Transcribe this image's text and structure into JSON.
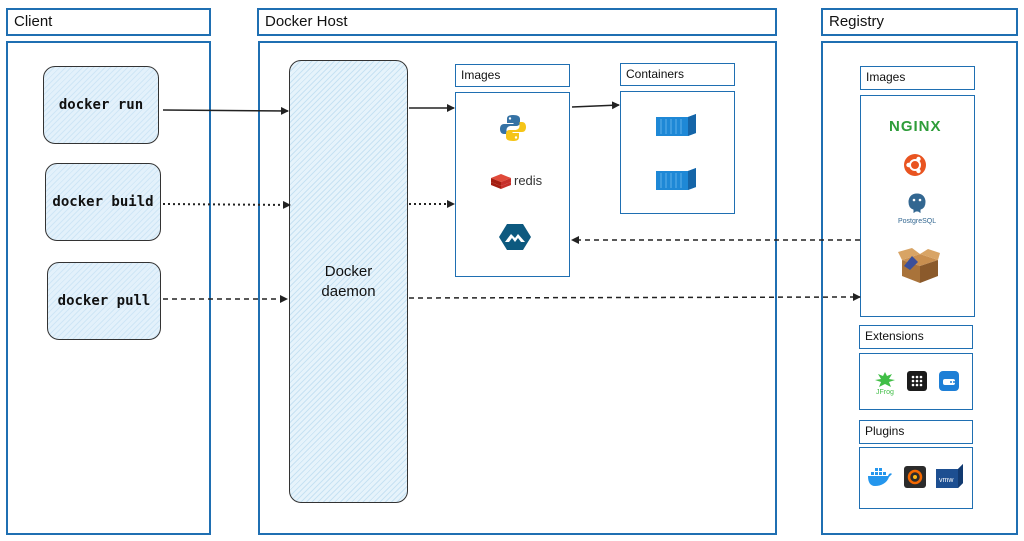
{
  "client": {
    "title": "Client",
    "commands": [
      "docker run",
      "docker build",
      "docker pull"
    ]
  },
  "host": {
    "title": "Docker Host",
    "daemon_line1": "Docker",
    "daemon_line2": "daemon",
    "images_title": "Images",
    "containers_title": "Containers",
    "images": [
      "python-icon",
      "redis-icon",
      "alpine-icon"
    ],
    "redis_label": "redis"
  },
  "registry": {
    "title": "Registry",
    "images_title": "Images",
    "extensions_title": "Extensions",
    "plugins_title": "Plugins",
    "nginx_label": "NGINX",
    "postgres_label": "PostgreSQL",
    "jfrog_label": "JFrog",
    "vmw_label": "vmw"
  },
  "colors": {
    "border": "#1f6fb2",
    "container": "#1e88d6",
    "nginx": "#2e9d3a",
    "ubuntu": "#e95420"
  }
}
